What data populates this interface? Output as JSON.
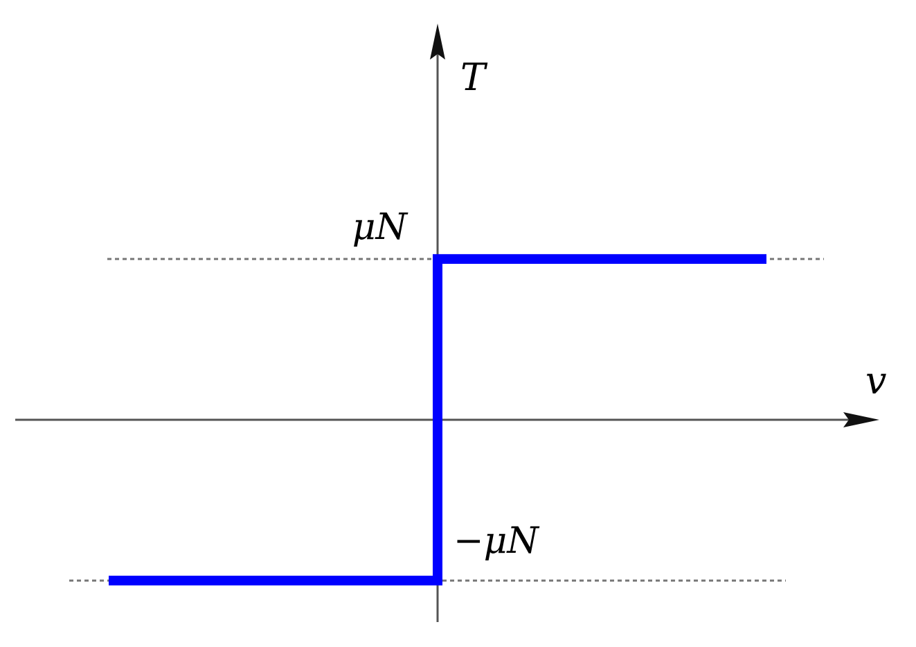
{
  "colors": {
    "curve": "#0000ff",
    "axis": "#555555",
    "dashed": "#777777",
    "text": "#000000"
  },
  "chart_data": {
    "type": "line",
    "title": "",
    "xlabel": "v",
    "ylabel": "T",
    "xlim": [
      -1.0,
      1.0
    ],
    "ylim": [
      -1.0,
      1.0
    ],
    "grid": false,
    "legend": "none",
    "reference_lines": [
      {
        "y": 0.55,
        "label": "μN",
        "style": "dotted"
      },
      {
        "y": -0.55,
        "label": "−μN",
        "style": "dotted"
      }
    ],
    "series": [
      {
        "x": [
          -0.76,
          0.0,
          0.0,
          0.76
        ],
        "y": [
          -0.55,
          -0.55,
          0.55,
          0.55
        ]
      }
    ]
  }
}
